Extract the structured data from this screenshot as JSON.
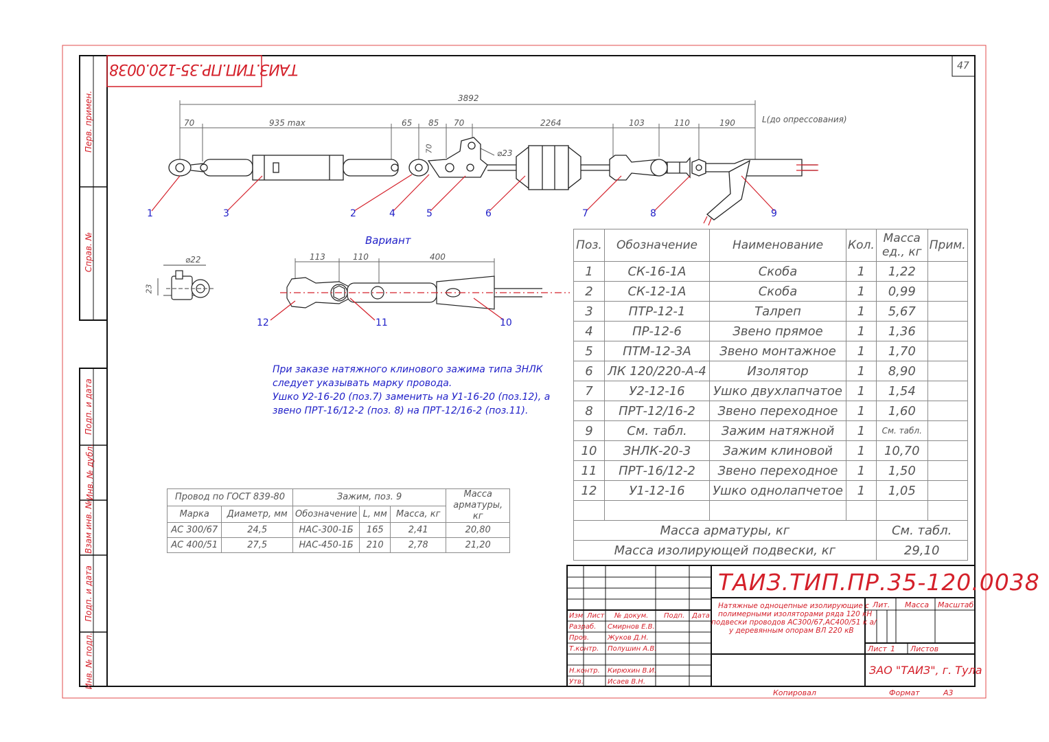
{
  "sheet": {
    "page_number": "47",
    "mirrored_code": "ТАИЗ.ТИП.ПР.35-120.0038",
    "side_labels": [
      "Перв. примен.",
      "Справ. №",
      "Подп. и дата",
      "Инв. № дубл.",
      "Взам инв. №",
      "Подп. и дата",
      "Инв. № подл."
    ]
  },
  "drawing": {
    "dimensions": {
      "overall": "3892",
      "d70a": "70",
      "d935": "935 max",
      "d65": "65",
      "d85": "85",
      "d70b": "70",
      "d2264": "2264",
      "d103": "103",
      "d110": "110",
      "d190": "190",
      "L": "L(до опрессования)",
      "v70": "70",
      "dia23": "⌀23"
    },
    "positions": [
      "1",
      "3",
      "2",
      "4",
      "5",
      "6",
      "7",
      "8",
      "9"
    ],
    "variant": {
      "title": "Вариант",
      "d113": "113",
      "d110": "110",
      "d400": "400",
      "positions": [
        "12",
        "11",
        "10"
      ]
    },
    "side_view": {
      "dia22": "⌀22",
      "d23": "23"
    },
    "note": [
      "При заказе натяжного клинового зажима типа ЗНЛК",
      "следует указывать марку провода.",
      "Ушко У2-16-20 (поз.7) заменить на У1-16-20 (поз.12), а",
      "звено ПРТ-16/12-2 (поз. 8) на ПРТ-12/16-2 (поз.11)."
    ]
  },
  "wire_table": {
    "group1": "Провод по ГОСТ 839-80",
    "group2": "Зажим, поз. 9",
    "group3_line1": "Масса",
    "group3_line2": "арматуры, кг",
    "sub": [
      "Марка",
      "Диаметр, мм",
      "Обозначение",
      "L, мм",
      "Масса, кг"
    ],
    "rows": [
      [
        "АС 300/67",
        "24,5",
        "НАС-300-1Б",
        "165",
        "2,41",
        "20,80"
      ],
      [
        "АС 400/51",
        "27,5",
        "НАС-450-1Б",
        "210",
        "2,78",
        "21,20"
      ]
    ]
  },
  "spec_table": {
    "headers": [
      "Поз.",
      "Обозначение",
      "Наименование",
      "Кол.",
      "Масса ед., кг",
      "Прим."
    ],
    "rows": [
      [
        "1",
        "СК-16-1А",
        "Скоба",
        "1",
        "1,22"
      ],
      [
        "2",
        "СК-12-1А",
        "Скоба",
        "1",
        "0,99"
      ],
      [
        "3",
        "ПТР-12-1",
        "Талреп",
        "1",
        "5,67"
      ],
      [
        "4",
        "ПР-12-6",
        "Звено прямое",
        "1",
        "1,36"
      ],
      [
        "5",
        "ПТМ-12-3А",
        "Звено монтажное",
        "1",
        "1,70"
      ],
      [
        "6",
        "ЛК 120/220-А-4",
        "Изолятор",
        "1",
        "8,90"
      ],
      [
        "7",
        "У2-12-16",
        "Ушко двухлапчатое",
        "1",
        "1,54"
      ],
      [
        "8",
        "ПРТ-12/16-2",
        "Звено переходное",
        "1",
        "1,60"
      ],
      [
        "9",
        "См. табл.",
        "Зажим натяжной",
        "1",
        "См. табл."
      ],
      [
        "10",
        "ЗНЛК-20-3",
        "Зажим клиновой",
        "1",
        "10,70"
      ],
      [
        "11",
        "ПРТ-16/12-2",
        "Звено переходное",
        "1",
        "1,50"
      ],
      [
        "12",
        "У1-12-16",
        "Ушко однолапчетое",
        "1",
        "1,05"
      ]
    ],
    "total1_label": "Масса арматуры, кг",
    "total1_value": "См. табл.",
    "total2_label": "Масса изолирующей подвески, кг",
    "total2_value": "29,10"
  },
  "title_block": {
    "code": "ТАИЗ.ТИП.ПР.35-120.0038",
    "description": [
      "Натяжные одноцепные изолирующие с",
      "полимерными изоляторами ряда 120 кН",
      "подвески проводов АС300/67,АС400/51 к а/",
      "у деревянным опорам ВЛ 220 кВ"
    ],
    "col_headers": [
      "Изм",
      "Лист",
      "№ докум.",
      "Подп.",
      "Дата"
    ],
    "roles": [
      [
        "Разраб.",
        "Смирнов Е.В."
      ],
      [
        "Пров.",
        "Жуков Д.Н."
      ],
      [
        "Т.контр.",
        "Полушин А.В."
      ],
      [
        "Н.контр.",
        "Кирюхин В.И."
      ],
      [
        "Утв.",
        "Исаев В.Н."
      ]
    ],
    "lit": "Лит.",
    "mass": "Масса",
    "scale": "Масштаб",
    "sheet": "Лист",
    "sheet_no": "1",
    "sheets": "Листов",
    "company": "ЗАО \"ТАИЗ\", г. Тула",
    "copied": "Копировал",
    "format_label": "Формат",
    "format_value": "А3"
  }
}
